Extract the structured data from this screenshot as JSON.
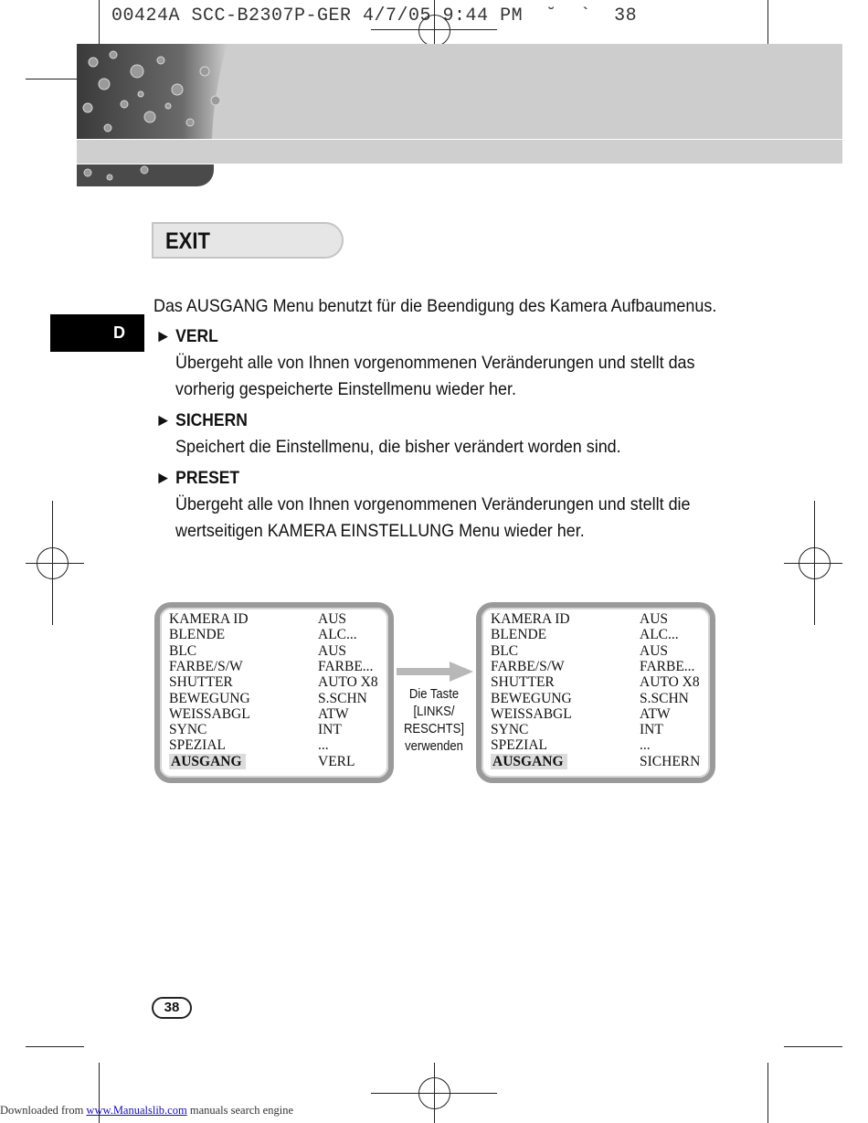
{
  "print_header": "00424A SCC-B2307P-GER 4/7/05 9:44 PM  ˘  `  38",
  "title": "EXIT",
  "side_tab": "D",
  "intro": "Das AUSGANG Menu benutzt für die Beendigung des Kamera Aufbaumenus.",
  "bullet_marker": "►",
  "items": [
    {
      "label": "VERL",
      "lines": [
        "Übergeht alle von Ihnen vorgenommenen Veränderungen und stellt das",
        "vorherig gespeicherte Einstellmenu wieder her."
      ]
    },
    {
      "label": "SICHERN",
      "lines": [
        "Speichert die Einstellmenu, die bisher verändert worden sind."
      ]
    },
    {
      "label": "PRESET",
      "lines": [
        "Übergeht alle von Ihnen vorgenommenen Veränderungen und stellt die",
        "wertseitigen KAMERA EINSTELLUNG Menu wieder her."
      ]
    }
  ],
  "menu_left": [
    [
      "KAMERA ID",
      "AUS"
    ],
    [
      "BLENDE",
      "ALC..."
    ],
    [
      "BLC",
      "AUS"
    ],
    [
      "FARBE/S/W",
      "FARBE..."
    ],
    [
      "SHUTTER",
      "AUTO X8"
    ],
    [
      "BEWEGUNG",
      "S.SCHN"
    ],
    [
      "WEISSABGL",
      "ATW"
    ],
    [
      "SYNC",
      "INT"
    ],
    [
      "SPEZIAL",
      "..."
    ],
    [
      "AUSGANG",
      "VERL"
    ]
  ],
  "menu_right": [
    [
      "KAMERA ID",
      "AUS"
    ],
    [
      "BLENDE",
      "ALC..."
    ],
    [
      "BLC",
      "AUS"
    ],
    [
      "FARBE/S/W",
      "FARBE..."
    ],
    [
      "SHUTTER",
      "AUTO X8"
    ],
    [
      "BEWEGUNG",
      "S.SCHN"
    ],
    [
      "WEISSABGL",
      "ATW"
    ],
    [
      "SYNC",
      "INT"
    ],
    [
      "SPEZIAL",
      "..."
    ],
    [
      "AUSGANG",
      "SICHERN"
    ]
  ],
  "arrow_caption": [
    "Die Taste",
    "[LINKS/",
    "RESCHTS]",
    "verwenden"
  ],
  "page_number": "38",
  "footer": {
    "prefix": "Downloaded from ",
    "link": "www.Manualslib.com",
    "suffix": " manuals search engine"
  }
}
